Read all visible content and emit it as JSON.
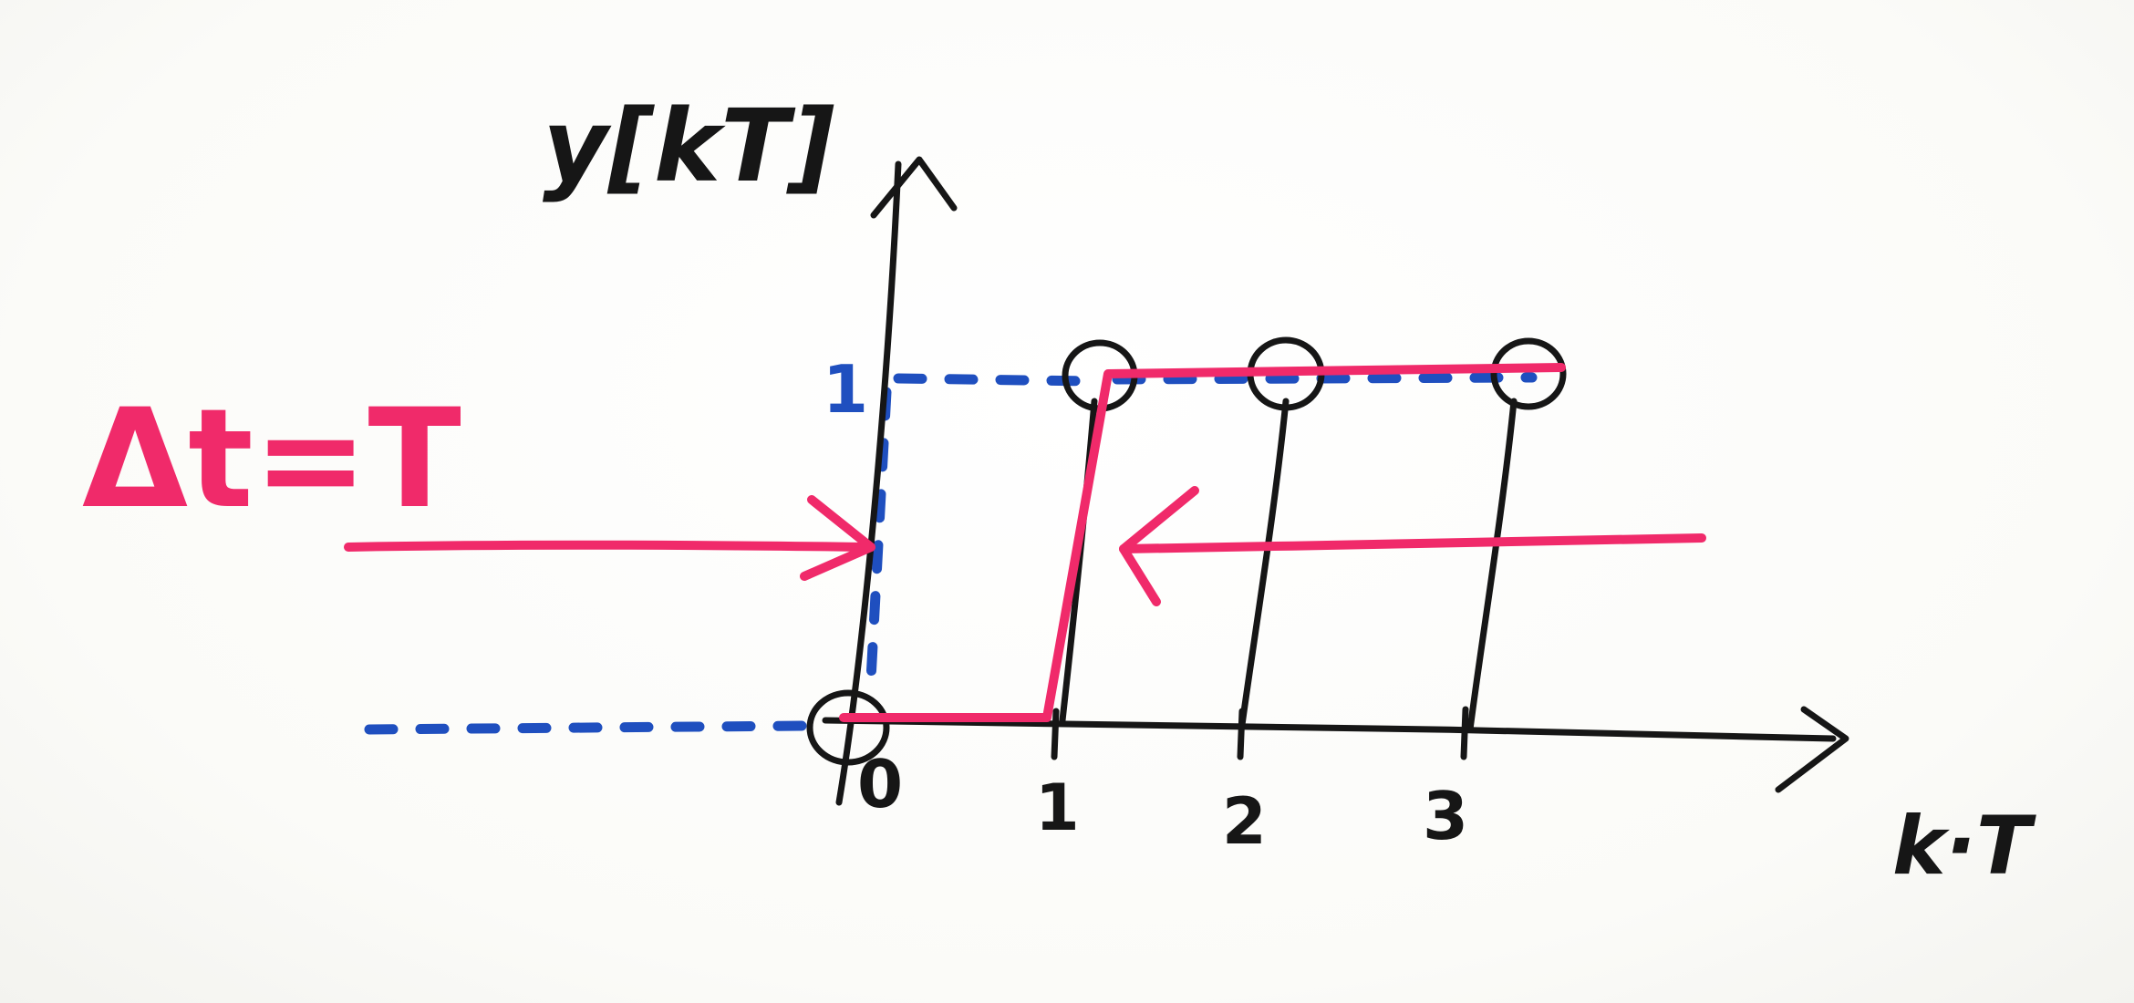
{
  "y_axis_label": "y[kT]",
  "x_axis_label": "k·T",
  "delta_label": "Δt=T",
  "x_ticks": [
    "0",
    "1",
    "2",
    "3"
  ],
  "y_tick": "1",
  "colors": {
    "axes": "#161616",
    "signal": "#f02a6a",
    "guide": "#1f4fbf"
  }
}
